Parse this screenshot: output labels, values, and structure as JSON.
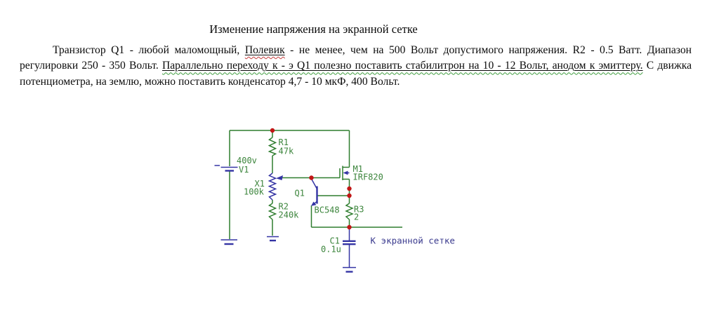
{
  "document": {
    "title": "Изменение напряжения на экранной сетке",
    "paragraph": {
      "seg1": "Транзистор Q1 - любой маломощный, ",
      "seg2_misspelled": "Полевик",
      "seg3": " - не менее, чем на 500 Вольт допустимого напряжения. R2 - 0.5 Ватт. Диапазон регулировки 250 - 350 Вольт. ",
      "seg4_grammar_flagged": "Параллельно  переходу к - э Q1 полезно поставить стабилитрон на 10 - 12 Вольт, анодом к эмиттеру.",
      "seg5": " С движка потенциометра, на землю, можно поставить конденсатор  4,7 - 10 мкФ, 400 Вольт."
    }
  },
  "schematic": {
    "colors": {
      "wire_green": "#2e7d2e",
      "label_green": "#3c853c",
      "component_blue": "#3434a4",
      "junction_red": "#c11616",
      "output_label_blue": "#3c3c8f"
    },
    "components": {
      "v1": {
        "value": "400v",
        "ref": "V1"
      },
      "r1": {
        "ref": "R1",
        "value": "47k"
      },
      "x1": {
        "ref": "X1",
        "value": "100k"
      },
      "r2": {
        "ref": "R2",
        "value": "240k"
      },
      "m1": {
        "ref": "M1",
        "value": "IRF820"
      },
      "q1": {
        "ref": "Q1",
        "value": "BC548"
      },
      "r3": {
        "ref": "R3",
        "value": "2"
      },
      "c1": {
        "ref": "C1",
        "value": "0.1u"
      }
    },
    "output_label": "К экранной сетке"
  }
}
